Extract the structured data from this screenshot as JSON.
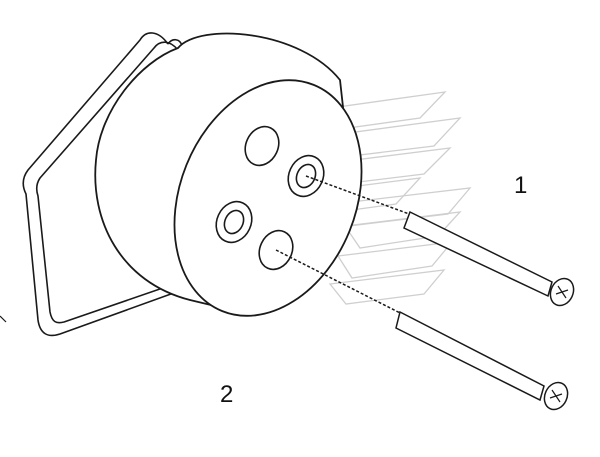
{
  "callouts": [
    {
      "id": "1",
      "label": "1"
    },
    {
      "id": "2",
      "label": "2"
    }
  ],
  "watermark": {
    "present": true,
    "color": "#c8c8c8"
  },
  "line_color": "#1a1a1a"
}
